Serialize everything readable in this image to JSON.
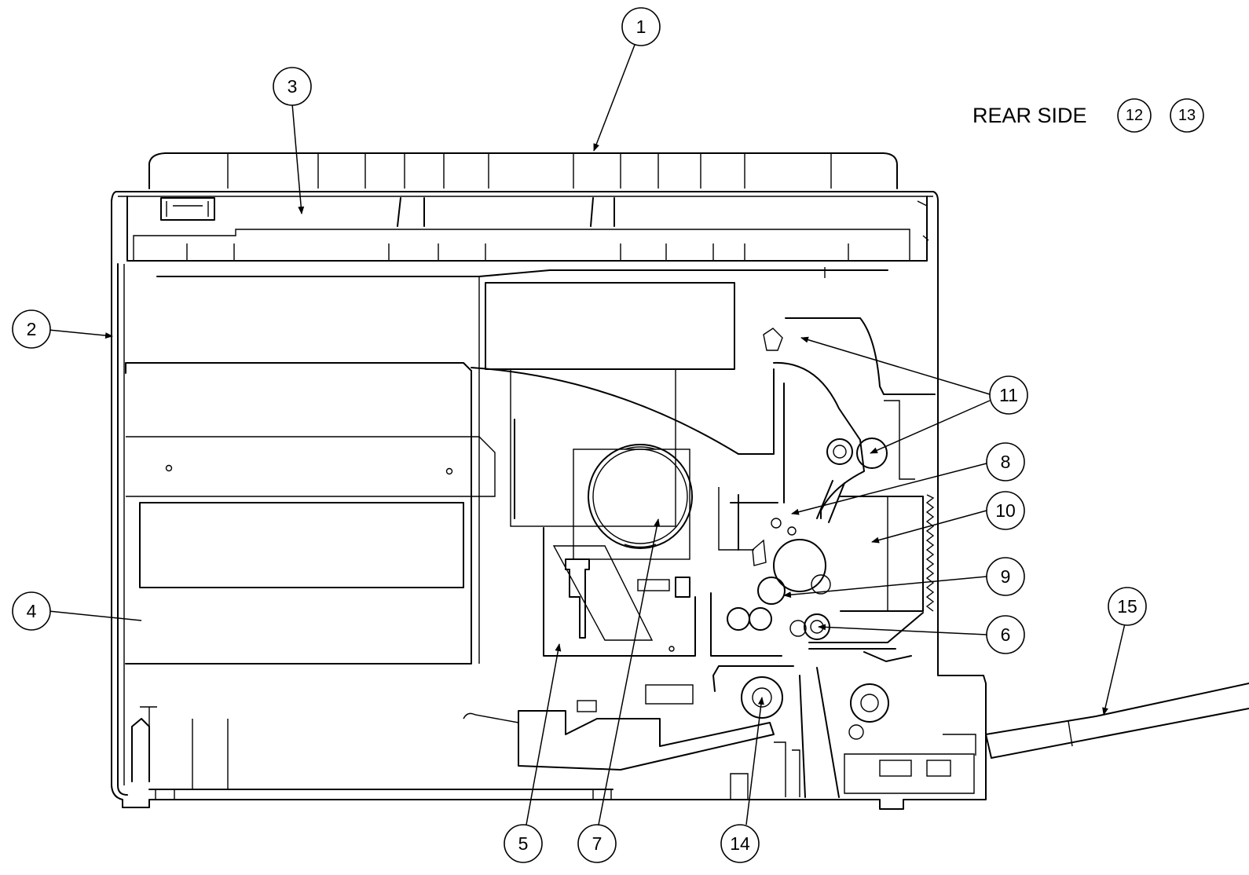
{
  "rear_side": {
    "label": "REAR SIDE",
    "items": [
      "12",
      "13"
    ]
  },
  "callouts": [
    "1",
    "2",
    "3",
    "4",
    "5",
    "6",
    "7",
    "8",
    "9",
    "10",
    "11",
    "14",
    "15"
  ],
  "colors": {
    "line": "#000000",
    "background": "#ffffff"
  }
}
